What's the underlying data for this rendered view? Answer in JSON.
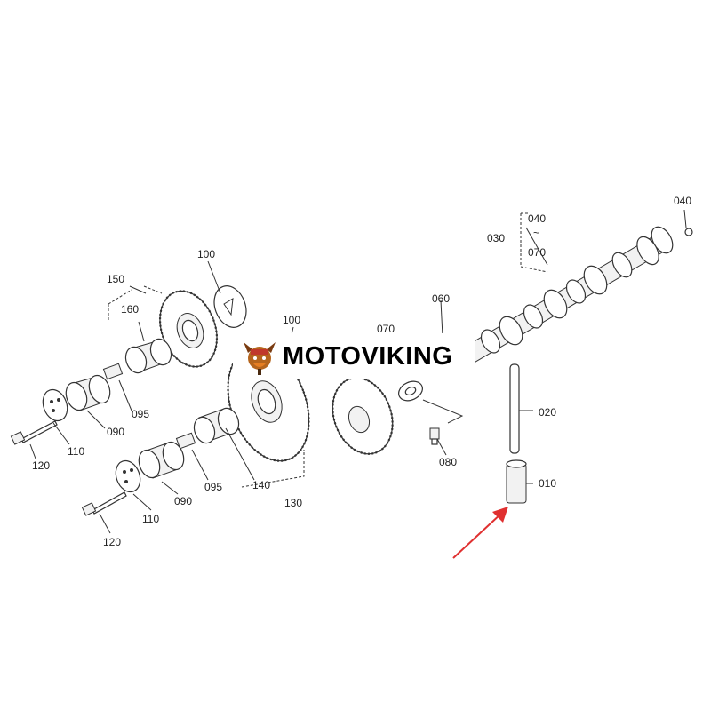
{
  "diagram": {
    "callouts": {
      "c010": "010",
      "c020": "020",
      "c030": "030",
      "c040a": "040",
      "c040b": "040",
      "c060": "060",
      "c070a": "070",
      "c070b": "070",
      "c080": "080",
      "c090a": "090",
      "c090b": "090",
      "c095a": "095",
      "c095b": "095",
      "c100a": "100",
      "c100b": "100",
      "c110a": "110",
      "c110b": "110",
      "c120a": "120",
      "c120b": "120",
      "c130": "130",
      "c140": "140",
      "c150": "150",
      "c160": "160"
    },
    "range_mark": "~",
    "arrow_color": "#e03030"
  },
  "watermark": {
    "brand_text": "MOTOVIKING",
    "brand_color": "#000000",
    "mascot_icon": "viking-mascot-icon"
  }
}
